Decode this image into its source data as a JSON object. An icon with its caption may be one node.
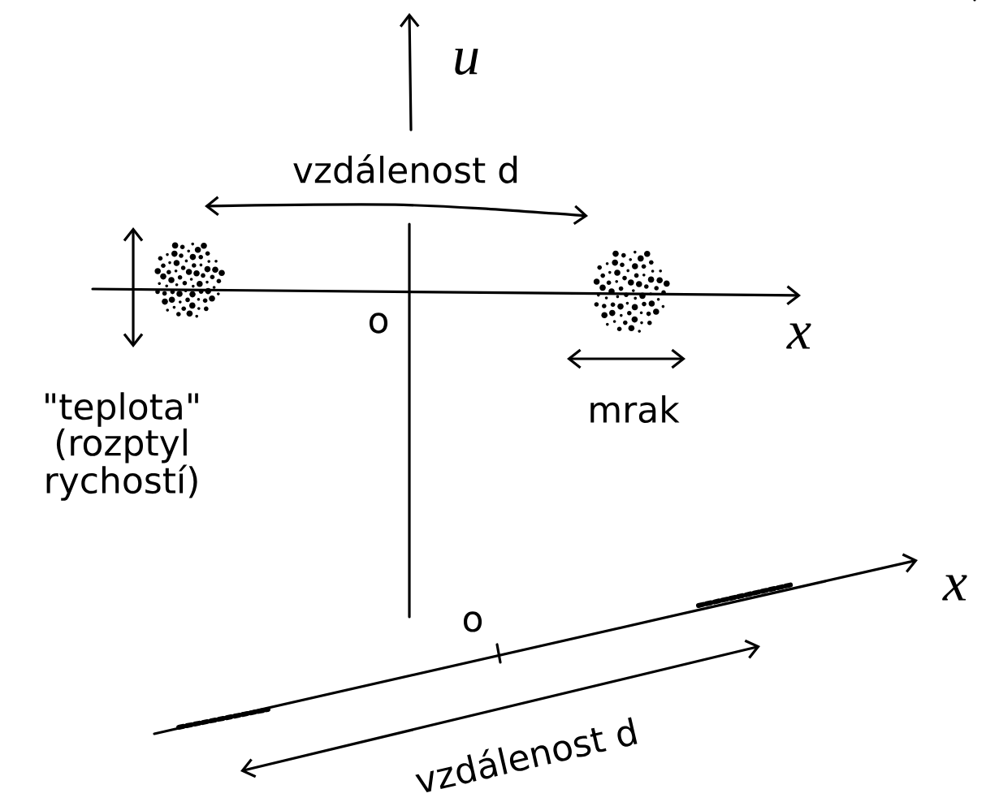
{
  "diagram": {
    "labels": [
      "u",
      "vzdálenost d",
      "o",
      "x",
      "\"teplota\" (rozptyl rychostí)",
      "mrak",
      "o",
      "x",
      "vzdálenost d"
    ]
  }
}
